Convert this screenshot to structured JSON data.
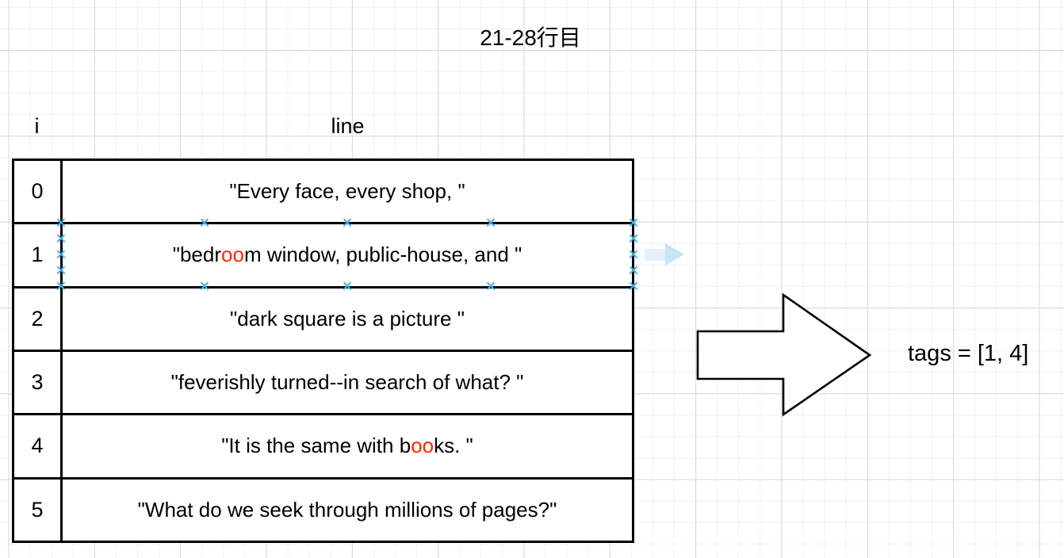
{
  "title": "21-28行目",
  "table": {
    "headers": {
      "index": "i",
      "line": "line"
    },
    "rows": [
      {
        "i": "0",
        "segments": [
          {
            "t": "\"Every face, every shop, \""
          }
        ]
      },
      {
        "i": "1",
        "segments": [
          {
            "t": "\"bedr"
          },
          {
            "t": "oo",
            "highlight": true
          },
          {
            "t": "m window, public-house, and \""
          }
        ]
      },
      {
        "i": "2",
        "segments": [
          {
            "t": "\"dark square is a picture \""
          }
        ]
      },
      {
        "i": "3",
        "segments": [
          {
            "t": "\"feverishly turned--in search of what? \""
          }
        ]
      },
      {
        "i": "4",
        "segments": [
          {
            "t": "\"It is the same with b"
          },
          {
            "t": "oo",
            "highlight": true
          },
          {
            "t": "ks. \""
          }
        ]
      },
      {
        "i": "5",
        "segments": [
          {
            "t": "\"What do we seek through millions of pages?\""
          }
        ]
      }
    ]
  },
  "annotation": {
    "tags_label": "tags = [1, 4]"
  },
  "selection": {
    "selected_row_index": "1"
  },
  "colors": {
    "highlight_red": "#ff2600",
    "selection_blue": "#45b2e8",
    "grid_minor": "#f1f1f1",
    "grid_major": "#d9d9d9",
    "hint_arrow_tail": "#e3f1fb",
    "hint_arrow_head": "#c7e3f6",
    "shape_stroke": "#000000",
    "shape_fill": "#ffffff"
  }
}
